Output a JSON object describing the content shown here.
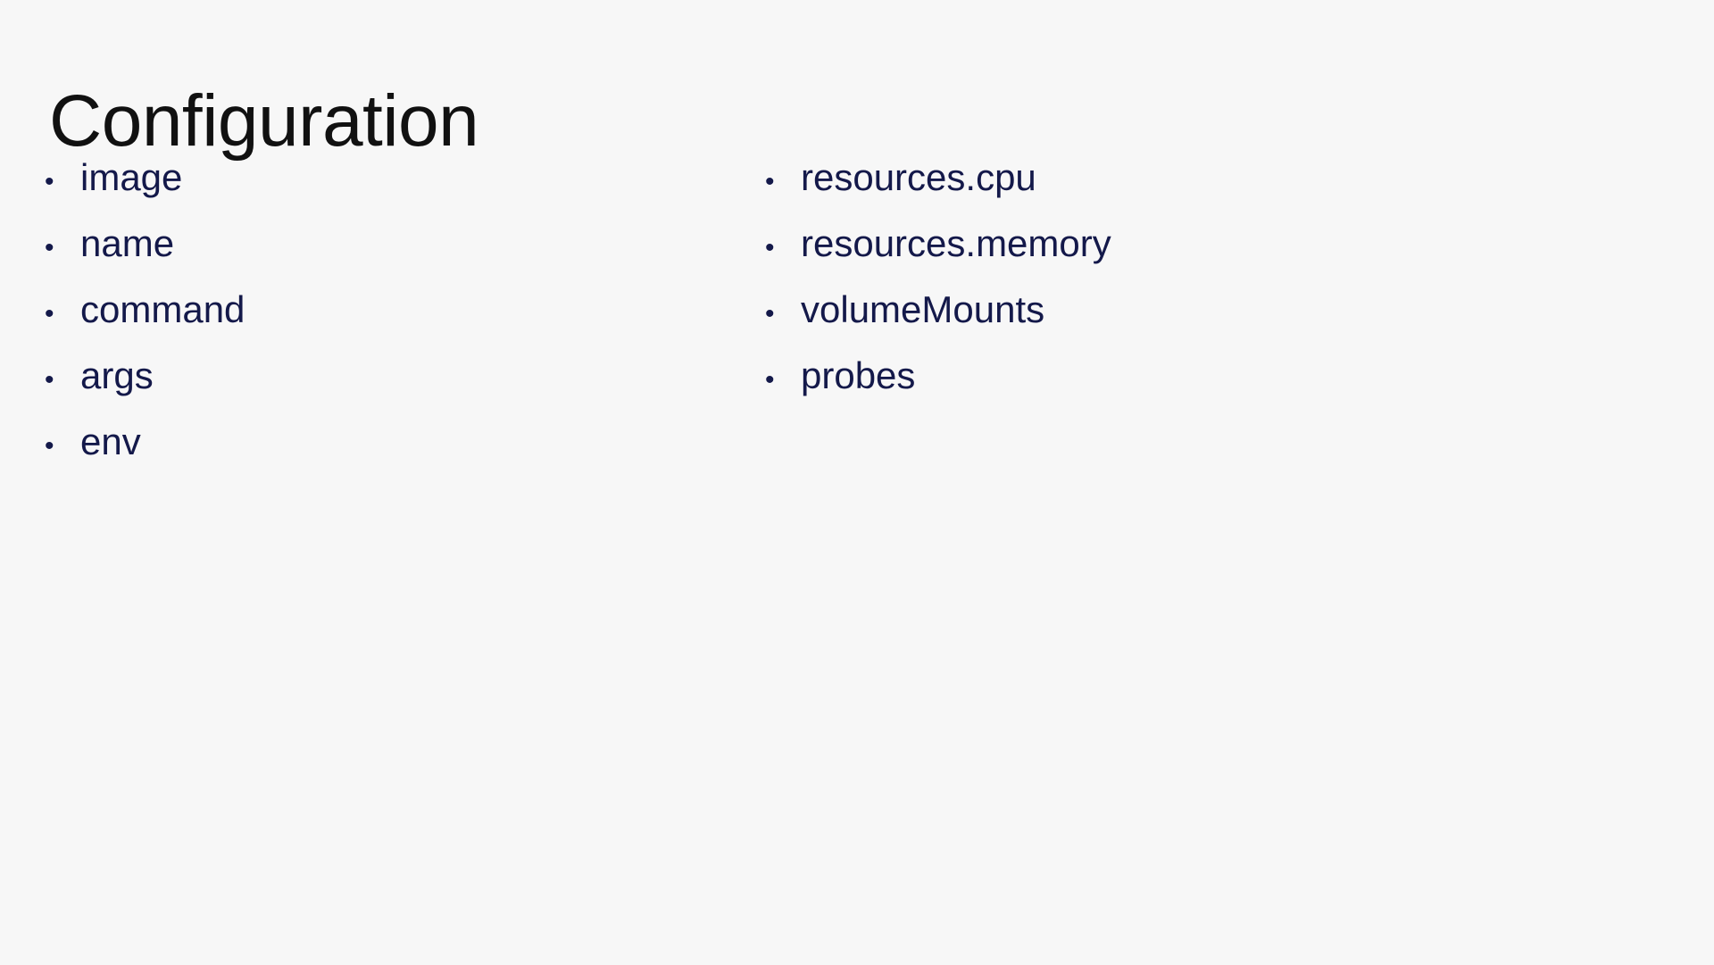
{
  "slide": {
    "title": "Configuration",
    "background_color": "#f7f7f7",
    "title_color": "#111111",
    "bullet_color": "#14194a",
    "bullet_glyph": "•",
    "columns": [
      {
        "name": "left-column",
        "items": [
          {
            "label": "image"
          },
          {
            "label": "name"
          },
          {
            "label": "command"
          },
          {
            "label": "args"
          },
          {
            "label": "env"
          }
        ]
      },
      {
        "name": "right-column",
        "items": [
          {
            "label": "resources.cpu"
          },
          {
            "label": "resources.memory"
          },
          {
            "label": "volumeMounts"
          },
          {
            "label": "probes"
          }
        ]
      }
    ]
  }
}
